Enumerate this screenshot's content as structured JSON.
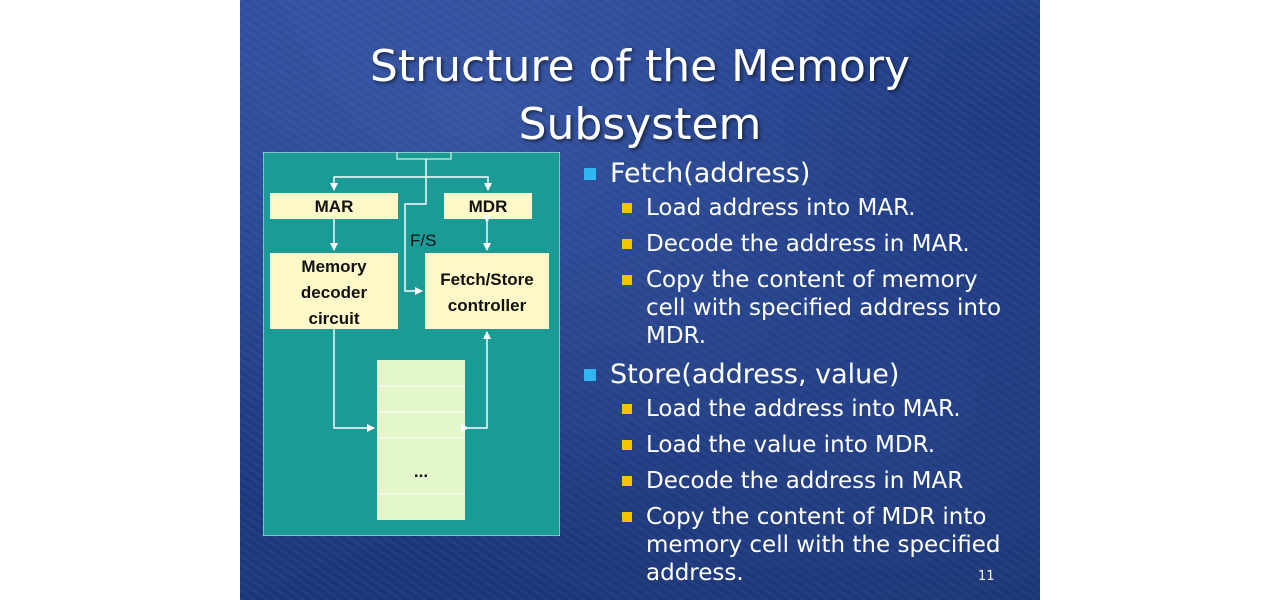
{
  "slide": {
    "title_line1": "Structure of the Memory",
    "title_line2": "Subsystem",
    "page_number": "11"
  },
  "diagram": {
    "mar_label": "MAR",
    "mdr_label": "MDR",
    "fs_label": "F/S",
    "decoder_label_lines": [
      "Memory",
      "decoder",
      "circuit"
    ],
    "controller_label_lines": [
      "Fetch/Store",
      "controller"
    ],
    "memory_ellipsis": "...",
    "colors": {
      "panel_background": "#1c9a96",
      "box_fill": "#fdf8c8",
      "memory_fill": "#e4f7cc",
      "line": "#ffffff"
    }
  },
  "bullets": [
    {
      "text": "Fetch(address)",
      "sub": [
        "Load address into MAR.",
        "Decode the address in MAR.",
        "Copy the content of memory cell with specified address into MDR."
      ]
    },
    {
      "text": "Store(address, value)",
      "sub": [
        "Load the address into MAR.",
        "Load the value into MDR.",
        "Decode the address in MAR",
        "Copy the content of MDR into memory cell with the specified address."
      ]
    }
  ]
}
